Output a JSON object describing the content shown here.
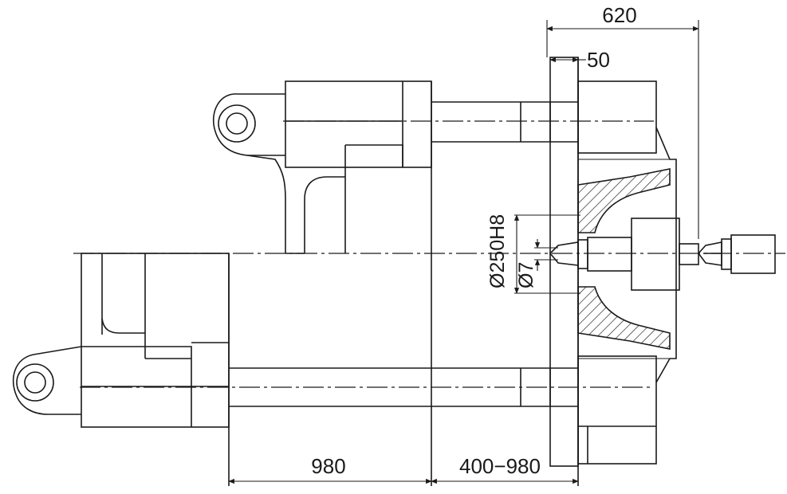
{
  "dimensions": {
    "overall_width": "620",
    "platen_offset": "50",
    "locating_ring": "Ø250H8",
    "nozzle_orifice": "Ø7",
    "mold_stroke": "980",
    "die_height": "400−980"
  }
}
